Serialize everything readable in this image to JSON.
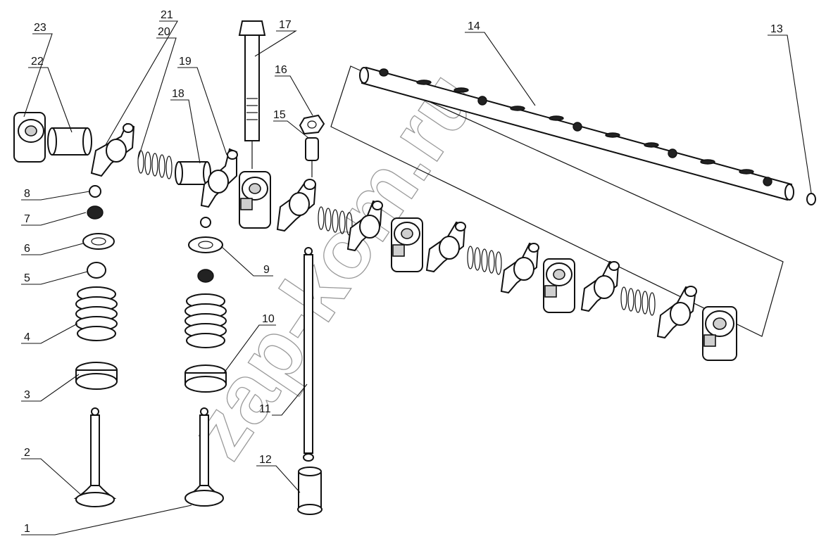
{
  "watermark": "zap-kom.ru",
  "callouts": {
    "n1": "1",
    "n2": "2",
    "n3": "3",
    "n4": "4",
    "n5": "5",
    "n6": "6",
    "n7": "7",
    "n8": "8",
    "n9": "9",
    "n10": "10",
    "n11": "11",
    "n12": "12",
    "n13": "13",
    "n14": "14",
    "n15": "15",
    "n16": "16",
    "n17": "17",
    "n18": "18",
    "n19": "19",
    "n20": "20",
    "n21": "21",
    "n22": "22",
    "n23": "23"
  }
}
